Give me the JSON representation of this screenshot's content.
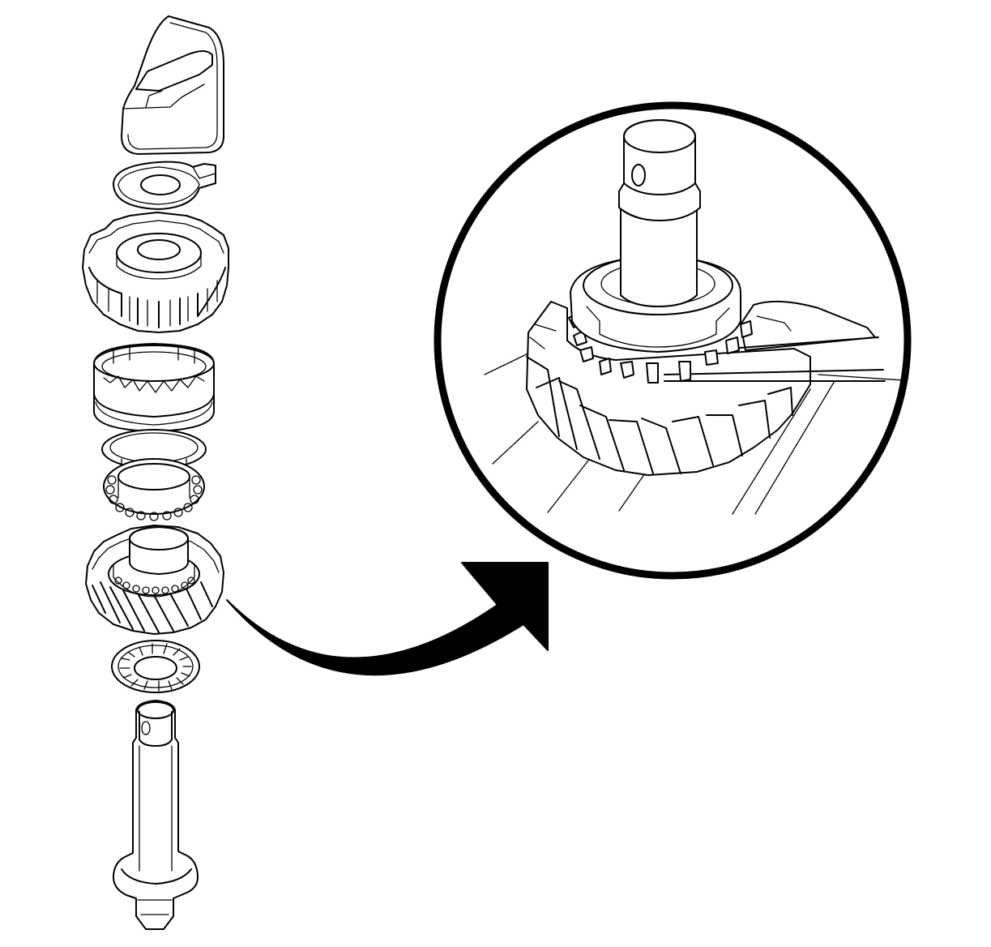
{
  "figure": {
    "description_text": "",
    "colors": {
      "line": "#000000",
      "background": "#ffffff"
    },
    "parts": [
      {
        "id": "shift-fork",
        "icon": "shift-fork-icon"
      },
      {
        "id": "thrust-washer-top",
        "icon": "washer-icon"
      },
      {
        "id": "spur-gear",
        "icon": "gear-icon"
      },
      {
        "id": "synchronizer-sleeve",
        "icon": "sleeve-icon"
      },
      {
        "id": "blocker-ring",
        "icon": "ring-icon"
      },
      {
        "id": "needle-bearing",
        "icon": "bearing-icon"
      },
      {
        "id": "helical-gear",
        "icon": "gear-icon"
      },
      {
        "id": "thrust-bearing",
        "icon": "bearing-icon"
      },
      {
        "id": "shaft",
        "icon": "shaft-icon"
      }
    ],
    "callout": {
      "type": "detail-view",
      "arrow": "curved-arrow-icon"
    }
  }
}
